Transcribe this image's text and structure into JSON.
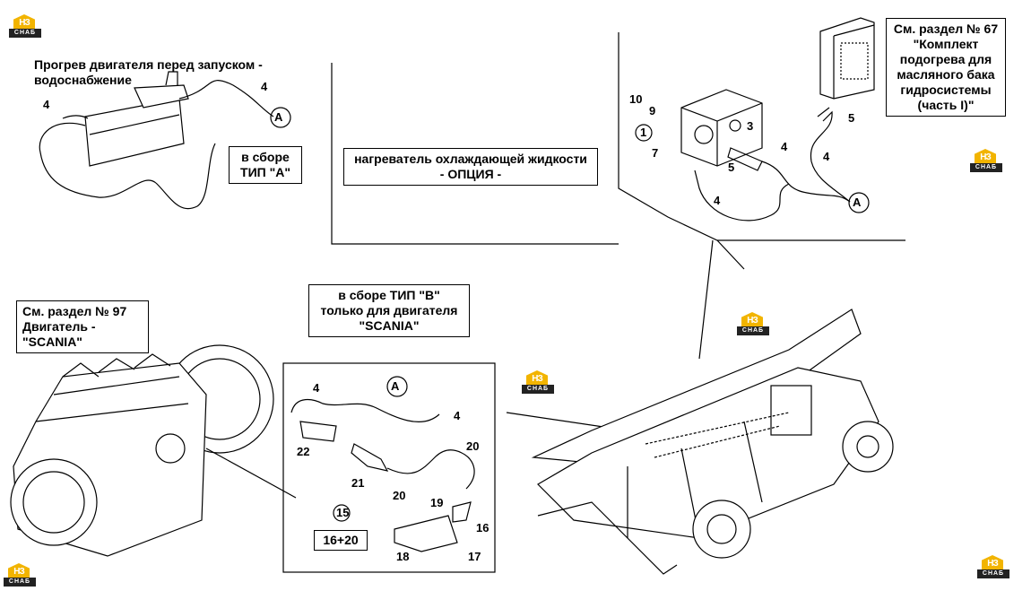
{
  "labels": {
    "top_left_title_line1": "Прогрев двигателя перед запуском -",
    "top_left_title_line2": "водоснабжение",
    "type_a_line1": "в сборе",
    "type_a_line2": "ТИП \"А\"",
    "heater_line1": "нагреватель охлаждающей жидкости",
    "heater_line2": "- ОПЦИЯ -",
    "section67_line1": "См. раздел № 67",
    "section67_line2": "\"Комплект",
    "section67_line3": "подогрева для",
    "section67_line4": "масляного бака",
    "section67_line5": "гидросистемы",
    "section67_line6": "(часть I)\"",
    "section97_line1": "См. раздел № 97",
    "section97_line2": "Двигатель - \"SCANIA\"",
    "type_b_line1": "в сборе ТИП \"B\"",
    "type_b_line2": "только для двигателя",
    "type_b_line3": "\"SCANIA\"",
    "kit_combo": "16+20"
  },
  "callouts": {
    "a": "A",
    "n1": "1",
    "n3": "3",
    "n4": "4",
    "n5": "5",
    "n7": "7",
    "n9": "9",
    "n10": "10",
    "n15": "15",
    "n16": "16",
    "n17": "17",
    "n18": "18",
    "n19": "19",
    "n20": "20",
    "n21": "21",
    "n22": "22"
  },
  "watermark": {
    "brand_top": "НЗ",
    "brand_bottom": "СНАБ",
    "color": "#f2b400"
  }
}
